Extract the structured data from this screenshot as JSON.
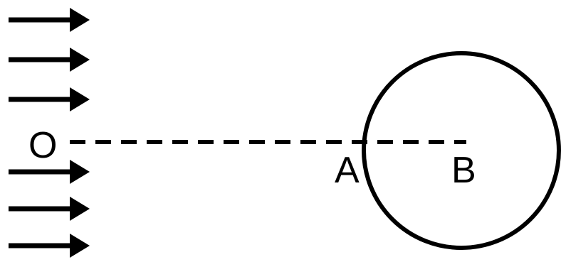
{
  "labels": {
    "origin": "O",
    "point_a": "A",
    "point_b": "B"
  },
  "colors": {
    "stroke": "#000000",
    "background": "#ffffff"
  },
  "arrows": {
    "count": 6,
    "direction": "right"
  }
}
